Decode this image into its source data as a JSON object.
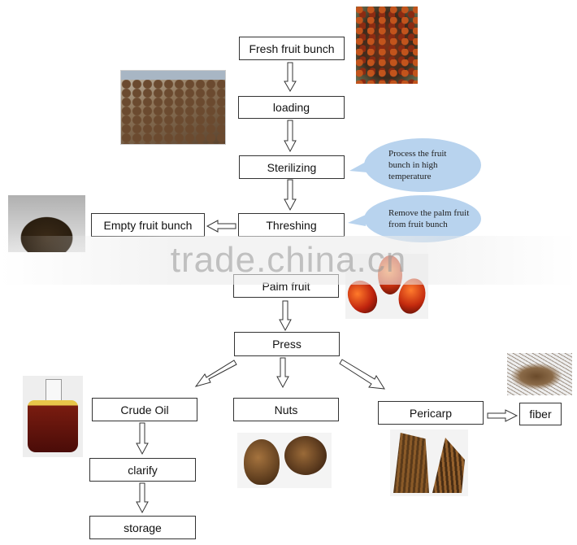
{
  "steps": {
    "fresh_fruit_bunch": "Fresh fruit bunch",
    "loading": "loading",
    "sterilizing": "Sterilizing",
    "threshing": "Threshing",
    "empty_fruit_bunch": "Empty fruit bunch",
    "palm_fruit": "Palm fruit",
    "press": "Press",
    "crude_oil": "Crude Oil",
    "nuts": "Nuts",
    "pericarp": "Pericarp",
    "fiber": "fiber",
    "clarify": "clarify",
    "storage": "storage"
  },
  "notes": {
    "sterilizing": "Process the fruit bunch in high temperature",
    "threshing": "Remove the palm fruit from fruit bunch"
  },
  "watermark": "trade.china.cn",
  "colors": {
    "bubble": "#b8d3ee",
    "box_border": "#333333",
    "arrow_fill": "#ffffff"
  }
}
